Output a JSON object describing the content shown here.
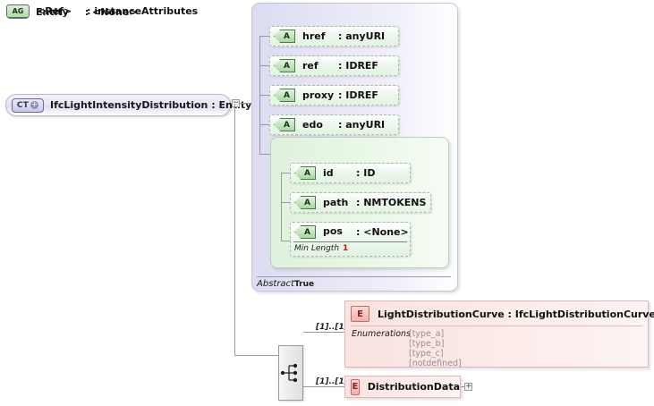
{
  "diagram": {
    "kind": "xsd-schema-diagram",
    "root": {
      "badge": "CT",
      "expander": "+",
      "label": "IfcLightIntensityDistribution : Entity",
      "toggle": "−"
    },
    "entity_panel": {
      "badge": "CT",
      "name": "Entity",
      "type": ": <None>",
      "attributes": [
        {
          "badge": "A",
          "name": "href",
          "type": ": anyURI"
        },
        {
          "badge": "A",
          "name": "ref",
          "type": ": IDREF"
        },
        {
          "badge": "A",
          "name": "proxy",
          "type": ": IDREF"
        },
        {
          "badge": "A",
          "name": "edo",
          "type": ": anyURI"
        }
      ],
      "attribute_group": {
        "badge": "AG",
        "name": "<Ref>",
        "type": ": instanceAttributes",
        "attributes": [
          {
            "badge": "A",
            "name": "id",
            "type": ": ID"
          },
          {
            "badge": "A",
            "name": "path",
            "type": ": NMTOKENS"
          },
          {
            "badge": "A",
            "name": "pos",
            "type": ": <None>",
            "facet_label": "Min Length",
            "facet_value": "1"
          }
        ]
      },
      "footer": {
        "label": "Abstract",
        "value": "True"
      }
    },
    "compositor": {
      "kind": "sequence-compositor"
    },
    "elements": [
      {
        "badge": "E",
        "title": "LightDistributionCurve : IfcLightDistributionCurveEnum",
        "cardinality": "[1]..[1]",
        "enum_label": "Enumerations",
        "enum_values": [
          "[type_a]",
          "[type_b]",
          "[type_c]",
          "[notdefined]"
        ]
      },
      {
        "badge": "E",
        "title": "DistributionData",
        "cardinality": "[1]..[1]",
        "toggle": "+"
      }
    ]
  },
  "colors": {
    "complex_type": "#dcdcf2",
    "attribute_green": "#e3f3e1",
    "element_red": "#fae3e1",
    "facet_red": "#cc1111",
    "line": "#9a9a9a"
  }
}
